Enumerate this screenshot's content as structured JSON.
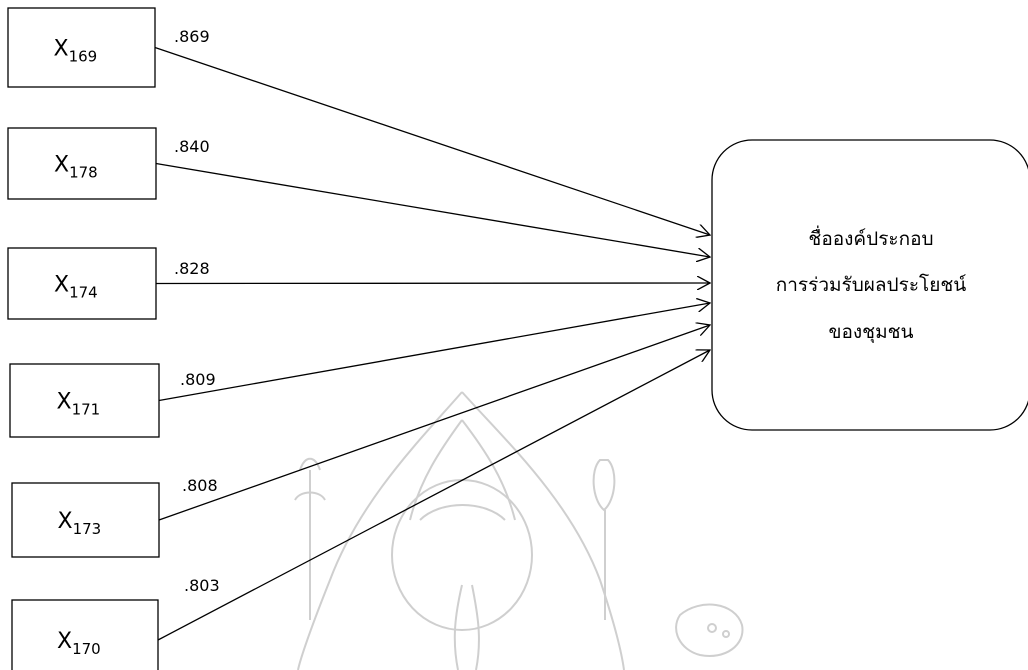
{
  "indicators": [
    {
      "var": "X",
      "sub": "169",
      "loading": ".869"
    },
    {
      "var": "X",
      "sub": "178",
      "loading": ".840"
    },
    {
      "var": "X",
      "sub": "174",
      "loading": ".828"
    },
    {
      "var": "X",
      "sub": "171",
      "loading": ".809"
    },
    {
      "var": "X",
      "sub": "173",
      "loading": ".808"
    },
    {
      "var": "X",
      "sub": "170",
      "loading": ".803"
    }
  ],
  "factor": {
    "lines": [
      "ชื่อองค์ประกอบ",
      "การร่วมรับผลประโยชน์",
      "ของชุมชน"
    ]
  },
  "colors": {
    "stroke": "#000000",
    "watermark": "#cfcfcf",
    "background": "#ffffff"
  },
  "watermark": {
    "icon": "ganesha-seal-icon"
  }
}
